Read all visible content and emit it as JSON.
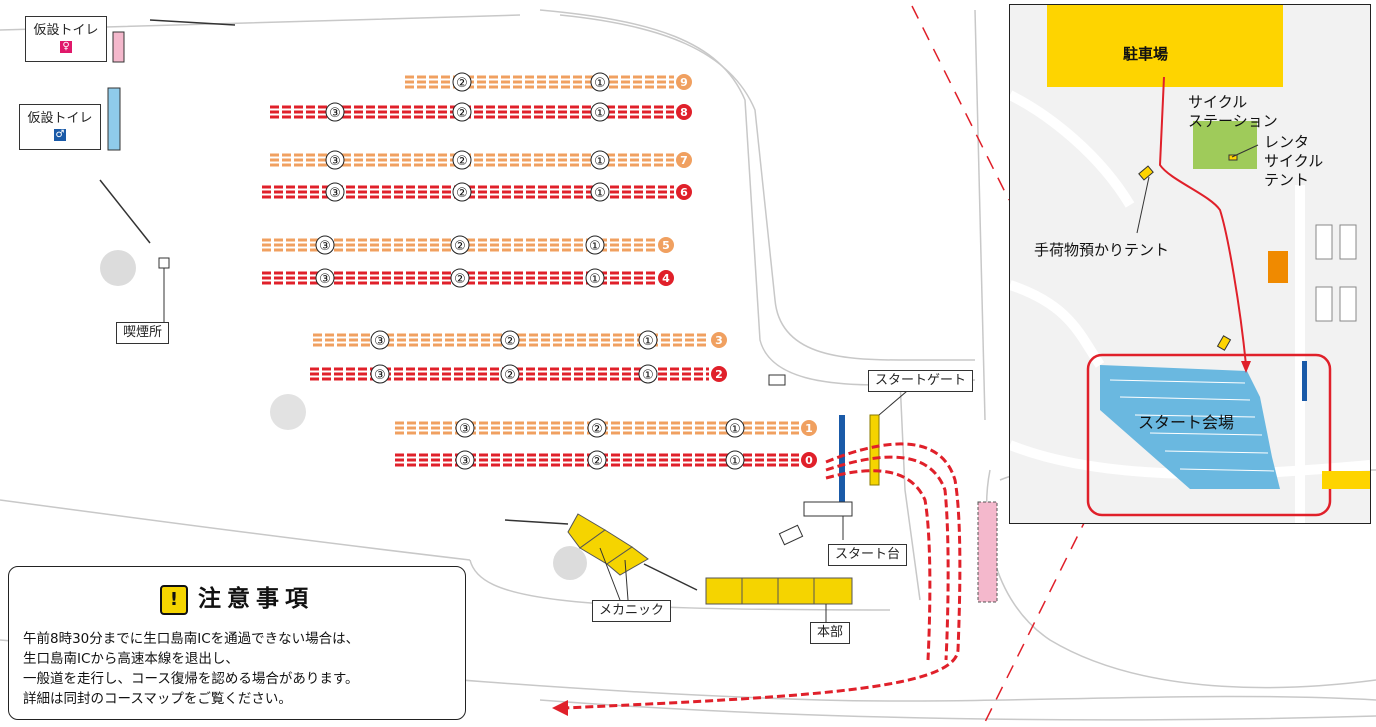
{
  "labels": {
    "toilet_female": "仮設トイレ",
    "toilet_male": "仮設トイレ",
    "smoking": "喫煙所",
    "start_gate": "スタートゲート",
    "start_stand": "スタート台",
    "mechanic": "メカニック",
    "hq": "本部"
  },
  "block_numbers": [
    "①",
    "②",
    "③"
  ],
  "rows": [
    {
      "id": "9",
      "color": "#f0a060"
    },
    {
      "id": "8",
      "color": "#e0202a"
    },
    {
      "id": "7",
      "color": "#f0a060"
    },
    {
      "id": "6",
      "color": "#e0202a"
    },
    {
      "id": "5",
      "color": "#f0a060"
    },
    {
      "id": "4",
      "color": "#e0202a"
    },
    {
      "id": "3",
      "color": "#f0a060"
    },
    {
      "id": "2",
      "color": "#e0202a"
    },
    {
      "id": "1",
      "color": "#f0a060"
    },
    {
      "id": "0",
      "color": "#e0202a"
    }
  ],
  "notice": {
    "title": "注意事項",
    "mark": "!",
    "lines": [
      "午前8時30分までに生口島南ICを通過できない場合は、",
      "生口島南ICから高速本線を退出し、",
      "一般道を走行し、コース復帰を認める場合があります。",
      "詳細は同封のコースマップをご覧ください。"
    ]
  },
  "inset": {
    "parking": "駐車場",
    "cycle_station": "サイクル\nステーション",
    "rental_tent": "レンタ\nサイクル\nテント",
    "baggage_tent": "手荷物預かりテント",
    "start_venue": "スタート会場"
  },
  "colors": {
    "orange": "#f0a060",
    "red": "#e0202a",
    "yellow": "#f5d400",
    "blue": "#6ab8e0",
    "pink": "#f4b8cc"
  }
}
